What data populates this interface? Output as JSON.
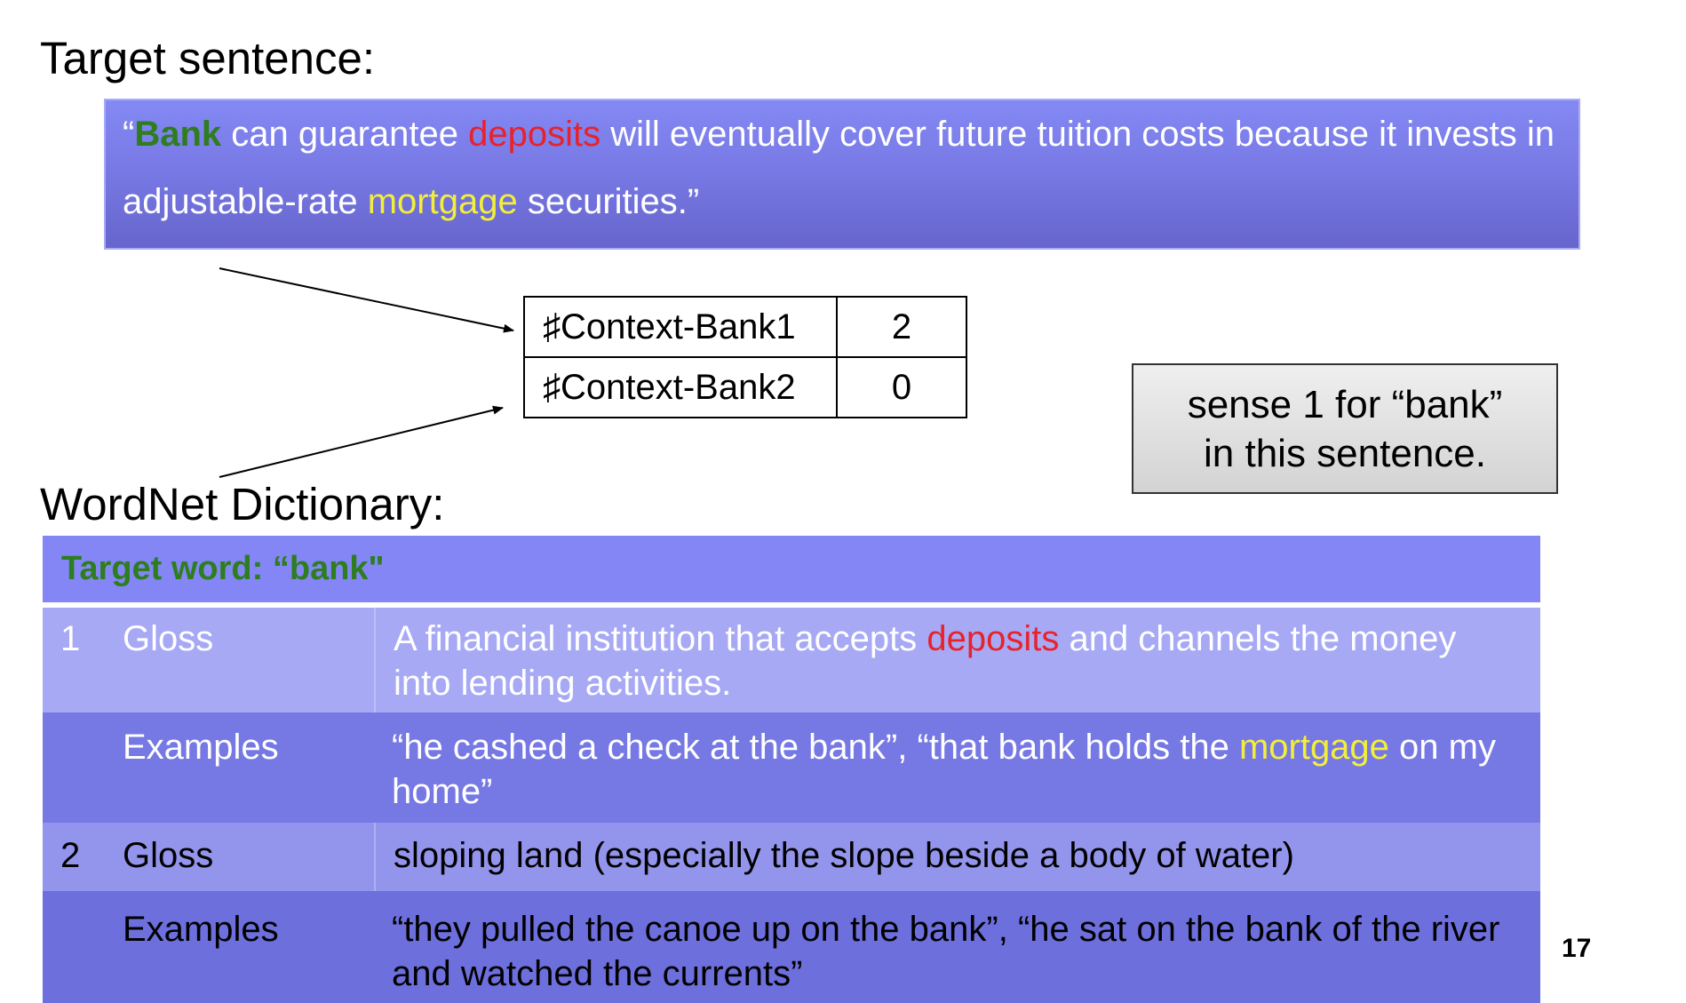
{
  "target_heading": "Target sentence:",
  "sentence": {
    "open_quote": "“",
    "w1": "Bank",
    "t1": " can guarantee ",
    "w2": "deposits",
    "t2": " will eventually cover future tuition costs because it invests in adjustable-rate ",
    "w3": "mortgage",
    "t3": " securities.”"
  },
  "context_table": [
    {
      "label": "♯Context-Bank1",
      "value": "2"
    },
    {
      "label": "♯Context-Bank2",
      "value": "0"
    }
  ],
  "sense_box": "sense 1 for “bank”\n in this sentence.",
  "wordnet_heading": "WordNet Dictionary:",
  "dictionary": {
    "header": "Target word: “bank\"",
    "rows": [
      {
        "num": "1",
        "field": "Gloss",
        "pre": "A financial institution that accepts ",
        "kw": "deposits",
        "post": " and channels the money into lending activities."
      },
      {
        "num": "",
        "field": "Examples",
        "pre": "“he cashed a check at the bank”, “that bank holds the ",
        "kw": "mortgage",
        "post": " on my home”"
      },
      {
        "num": "2",
        "field": "Gloss",
        "text": "sloping land (especially the slope beside a body of water)"
      },
      {
        "num": "",
        "field": "Examples",
        "text": "“they pulled the canoe up on the bank”, “he sat on the bank of the river and watched the currents”"
      }
    ]
  },
  "page_number": "17",
  "colors": {
    "sentence_bg": "#7a7de8",
    "keyword_green": "#2e7d1e",
    "keyword_red": "#e8222a",
    "keyword_yellow": "#f2ef3a",
    "dict_header_bg": "#8486f6"
  }
}
